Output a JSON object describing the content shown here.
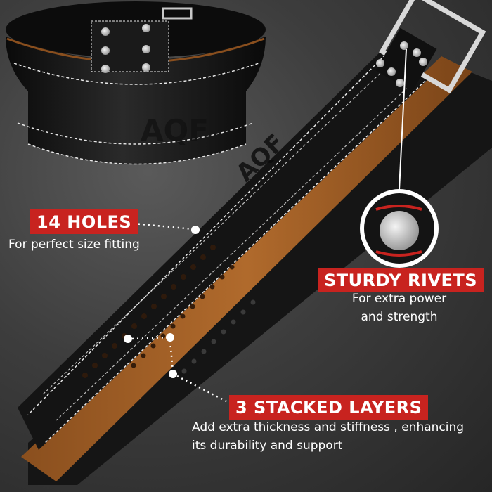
{
  "brand": {
    "logo_text": "AQF"
  },
  "callouts": {
    "holes": {
      "title": "14 HOLES",
      "desc": "For perfect size fitting"
    },
    "rivets": {
      "title": "STURDY RIVETS",
      "desc_line1": "For extra power",
      "desc_line2": "and strength"
    },
    "layers": {
      "title": "3 STACKED LAYERS",
      "desc_line1": "Add extra thickness and stiffness , enhancing",
      "desc_line2": "its durability and support"
    }
  },
  "colors": {
    "badge_red": "#c8231f",
    "layer_brown": "#a8632a",
    "leather_black": "#141414",
    "stitch": "#e8e8e8"
  }
}
